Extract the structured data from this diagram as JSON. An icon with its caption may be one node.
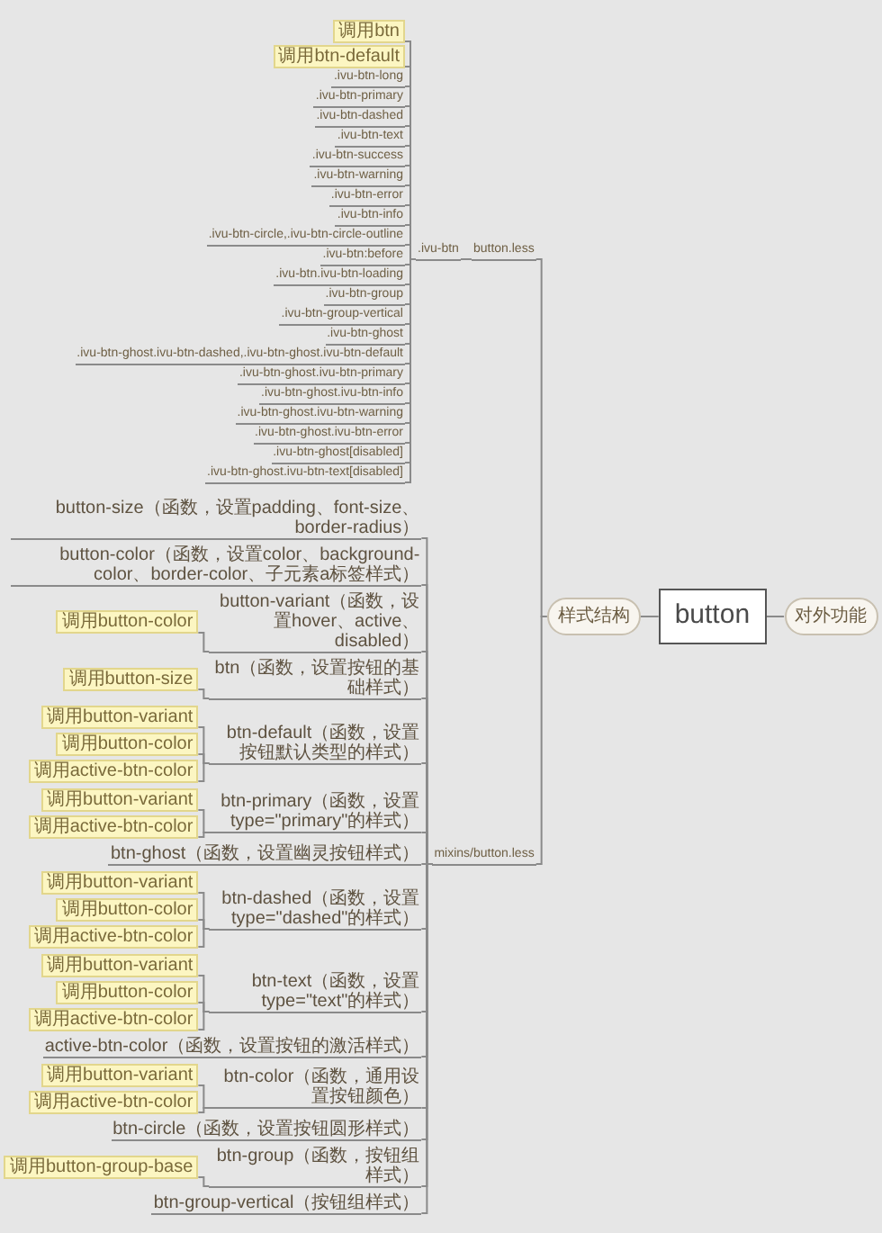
{
  "diagram": {
    "nodes": [
      {
        "text": [
          "button"
        ]
      },
      {
        "text": [
          "样式结构"
        ]
      },
      {
        "text": [
          "对外功能"
        ]
      },
      {
        "text": [
          "button.less"
        ]
      },
      {
        "text": [
          ".ivu-btn"
        ]
      },
      {
        "text": [
          "调用btn"
        ]
      },
      {
        "text": [
          "调用btn-default"
        ]
      },
      {
        "text": [
          ".ivu-btn-long"
        ]
      },
      {
        "text": [
          ".ivu-btn-primary"
        ]
      },
      {
        "text": [
          ".ivu-btn-dashed"
        ]
      },
      {
        "text": [
          ".ivu-btn-text"
        ]
      },
      {
        "text": [
          ".ivu-btn-success"
        ]
      },
      {
        "text": [
          ".ivu-btn-warning"
        ]
      },
      {
        "text": [
          ".ivu-btn-error"
        ]
      },
      {
        "text": [
          ".ivu-btn-info"
        ]
      },
      {
        "text": [
          ".ivu-btn-circle,.ivu-btn-circle-outline"
        ]
      },
      {
        "text": [
          ".ivu-btn:before"
        ]
      },
      {
        "text": [
          ".ivu-btn.ivu-btn-loading"
        ]
      },
      {
        "text": [
          ".ivu-btn-group"
        ]
      },
      {
        "text": [
          ".ivu-btn-group-vertical"
        ]
      },
      {
        "text": [
          ".ivu-btn-ghost"
        ]
      },
      {
        "text": [
          ".ivu-btn-ghost.ivu-btn-dashed,.ivu-btn-ghost.ivu-btn-default"
        ]
      },
      {
        "text": [
          ".ivu-btn-ghost.ivu-btn-primary"
        ]
      },
      {
        "text": [
          ".ivu-btn-ghost.ivu-btn-info"
        ]
      },
      {
        "text": [
          ".ivu-btn-ghost.ivu-btn-warning"
        ]
      },
      {
        "text": [
          ".ivu-btn-ghost.ivu-btn-error"
        ]
      },
      {
        "text": [
          ".ivu-btn-ghost[disabled]"
        ]
      },
      {
        "text": [
          ".ivu-btn-ghost.ivu-btn-text[disabled]"
        ]
      },
      {
        "text": [
          "mixins/button.less"
        ]
      },
      {
        "text": [
          "button-size（函数，设置padding、font-size、border-radius）"
        ]
      },
      {
        "text": [
          "button-color（函数，设置color、background-color、border-color、子元素a标签样式）"
        ]
      },
      {
        "text": [
          "button-variant（函数，设置hover、active、disabled）"
        ]
      },
      {
        "text": [
          "调用button-color"
        ]
      },
      {
        "text": [
          "btn（函数，设置按钮的基础样式）"
        ]
      },
      {
        "text": [
          "调用button-size"
        ]
      },
      {
        "text": [
          "btn-default（函数，设置按钮默认类型的样式）"
        ]
      },
      {
        "text": [
          "调用button-variant"
        ]
      },
      {
        "text": [
          "调用button-color"
        ]
      },
      {
        "text": [
          "调用active-btn-color"
        ]
      },
      {
        "text": [
          "btn-primary（函数，设置type=\"primary\"的样式）"
        ]
      },
      {
        "text": [
          "调用button-variant"
        ]
      },
      {
        "text": [
          "调用active-btn-color"
        ]
      },
      {
        "text": [
          "btn-ghost（函数，设置幽灵按钮样式）"
        ]
      },
      {
        "text": [
          "btn-dashed（函数，设置type=\"dashed\"的样式）"
        ]
      },
      {
        "text": [
          "调用button-variant"
        ]
      },
      {
        "text": [
          "调用button-color"
        ]
      },
      {
        "text": [
          "调用active-btn-color"
        ]
      },
      {
        "text": [
          "btn-text（函数，设置type=\"text\"的样式）"
        ]
      },
      {
        "text": [
          "调用button-variant"
        ]
      },
      {
        "text": [
          "调用button-color"
        ]
      },
      {
        "text": [
          "调用active-btn-color"
        ]
      },
      {
        "text": [
          "active-btn-color（函数，设置按钮的激活样式）"
        ]
      },
      {
        "text": [
          "btn-color（函数，通用设置按钮颜色）"
        ]
      },
      {
        "text": [
          "调用button-variant"
        ]
      },
      {
        "text": [
          "调用active-btn-color"
        ]
      },
      {
        "text": [
          "btn-circle（函数，设置按钮圆形样式）"
        ]
      },
      {
        "text": [
          "btn-group（函数，按钮组样式）"
        ]
      },
      {
        "text": [
          "调用button-group-base"
        ]
      },
      {
        "text": [
          "btn-group-vertical（按钮组样式）"
        ]
      }
    ],
    "edges": [
      {
        "from": 0,
        "to": 1,
        "arrow": "none"
      },
      {
        "from": 0,
        "to": 2,
        "arrow": "none"
      },
      {
        "from": 1,
        "to": 3,
        "arrow": "none"
      },
      {
        "from": 1,
        "to": 28,
        "arrow": "none"
      },
      {
        "from": 3,
        "to": 4,
        "arrow": "none"
      },
      {
        "from": 4,
        "to": 5,
        "arrow": "none"
      },
      {
        "from": 4,
        "to": 6,
        "arrow": "none"
      },
      {
        "from": 4,
        "to": 7,
        "arrow": "none"
      },
      {
        "from": 4,
        "to": 8,
        "arrow": "none"
      },
      {
        "from": 4,
        "to": 9,
        "arrow": "none"
      },
      {
        "from": 4,
        "to": 10,
        "arrow": "none"
      },
      {
        "from": 4,
        "to": 11,
        "arrow": "none"
      },
      {
        "from": 4,
        "to": 12,
        "arrow": "none"
      },
      {
        "from": 4,
        "to": 13,
        "arrow": "none"
      },
      {
        "from": 4,
        "to": 14,
        "arrow": "none"
      },
      {
        "from": 4,
        "to": 15,
        "arrow": "none"
      },
      {
        "from": 4,
        "to": 16,
        "arrow": "none"
      },
      {
        "from": 4,
        "to": 17,
        "arrow": "none"
      },
      {
        "from": 4,
        "to": 18,
        "arrow": "none"
      },
      {
        "from": 4,
        "to": 19,
        "arrow": "none"
      },
      {
        "from": 4,
        "to": 20,
        "arrow": "none"
      },
      {
        "from": 4,
        "to": 21,
        "arrow": "none"
      },
      {
        "from": 4,
        "to": 22,
        "arrow": "none"
      },
      {
        "from": 4,
        "to": 23,
        "arrow": "none"
      },
      {
        "from": 4,
        "to": 24,
        "arrow": "none"
      },
      {
        "from": 4,
        "to": 25,
        "arrow": "none"
      },
      {
        "from": 4,
        "to": 26,
        "arrow": "none"
      },
      {
        "from": 4,
        "to": 27,
        "arrow": "none"
      },
      {
        "from": 28,
        "to": 29,
        "arrow": "none"
      },
      {
        "from": 28,
        "to": 30,
        "arrow": "none"
      },
      {
        "from": 28,
        "to": 31,
        "arrow": "none"
      },
      {
        "from": 28,
        "to": 33,
        "arrow": "none"
      },
      {
        "from": 28,
        "to": 35,
        "arrow": "none"
      },
      {
        "from": 28,
        "to": 39,
        "arrow": "none"
      },
      {
        "from": 28,
        "to": 42,
        "arrow": "none"
      },
      {
        "from": 28,
        "to": 43,
        "arrow": "none"
      },
      {
        "from": 28,
        "to": 47,
        "arrow": "none"
      },
      {
        "from": 28,
        "to": 51,
        "arrow": "none"
      },
      {
        "from": 28,
        "to": 52,
        "arrow": "none"
      },
      {
        "from": 28,
        "to": 55,
        "arrow": "none"
      },
      {
        "from": 28,
        "to": 56,
        "arrow": "none"
      },
      {
        "from": 28,
        "to": 58,
        "arrow": "none"
      },
      {
        "from": 31,
        "to": 32,
        "arrow": "none"
      },
      {
        "from": 33,
        "to": 34,
        "arrow": "none"
      },
      {
        "from": 35,
        "to": 36,
        "arrow": "none"
      },
      {
        "from": 35,
        "to": 37,
        "arrow": "none"
      },
      {
        "from": 35,
        "to": 38,
        "arrow": "none"
      },
      {
        "from": 39,
        "to": 40,
        "arrow": "none"
      },
      {
        "from": 39,
        "to": 41,
        "arrow": "none"
      },
      {
        "from": 43,
        "to": 44,
        "arrow": "none"
      },
      {
        "from": 43,
        "to": 45,
        "arrow": "none"
      },
      {
        "from": 43,
        "to": 46,
        "arrow": "none"
      },
      {
        "from": 47,
        "to": 48,
        "arrow": "none"
      },
      {
        "from": 47,
        "to": 49,
        "arrow": "none"
      },
      {
        "from": 47,
        "to": 50,
        "arrow": "none"
      },
      {
        "from": 52,
        "to": 53,
        "arrow": "none"
      },
      {
        "from": 52,
        "to": 54,
        "arrow": "none"
      },
      {
        "from": 56,
        "to": 57,
        "arrow": "none"
      }
    ]
  }
}
